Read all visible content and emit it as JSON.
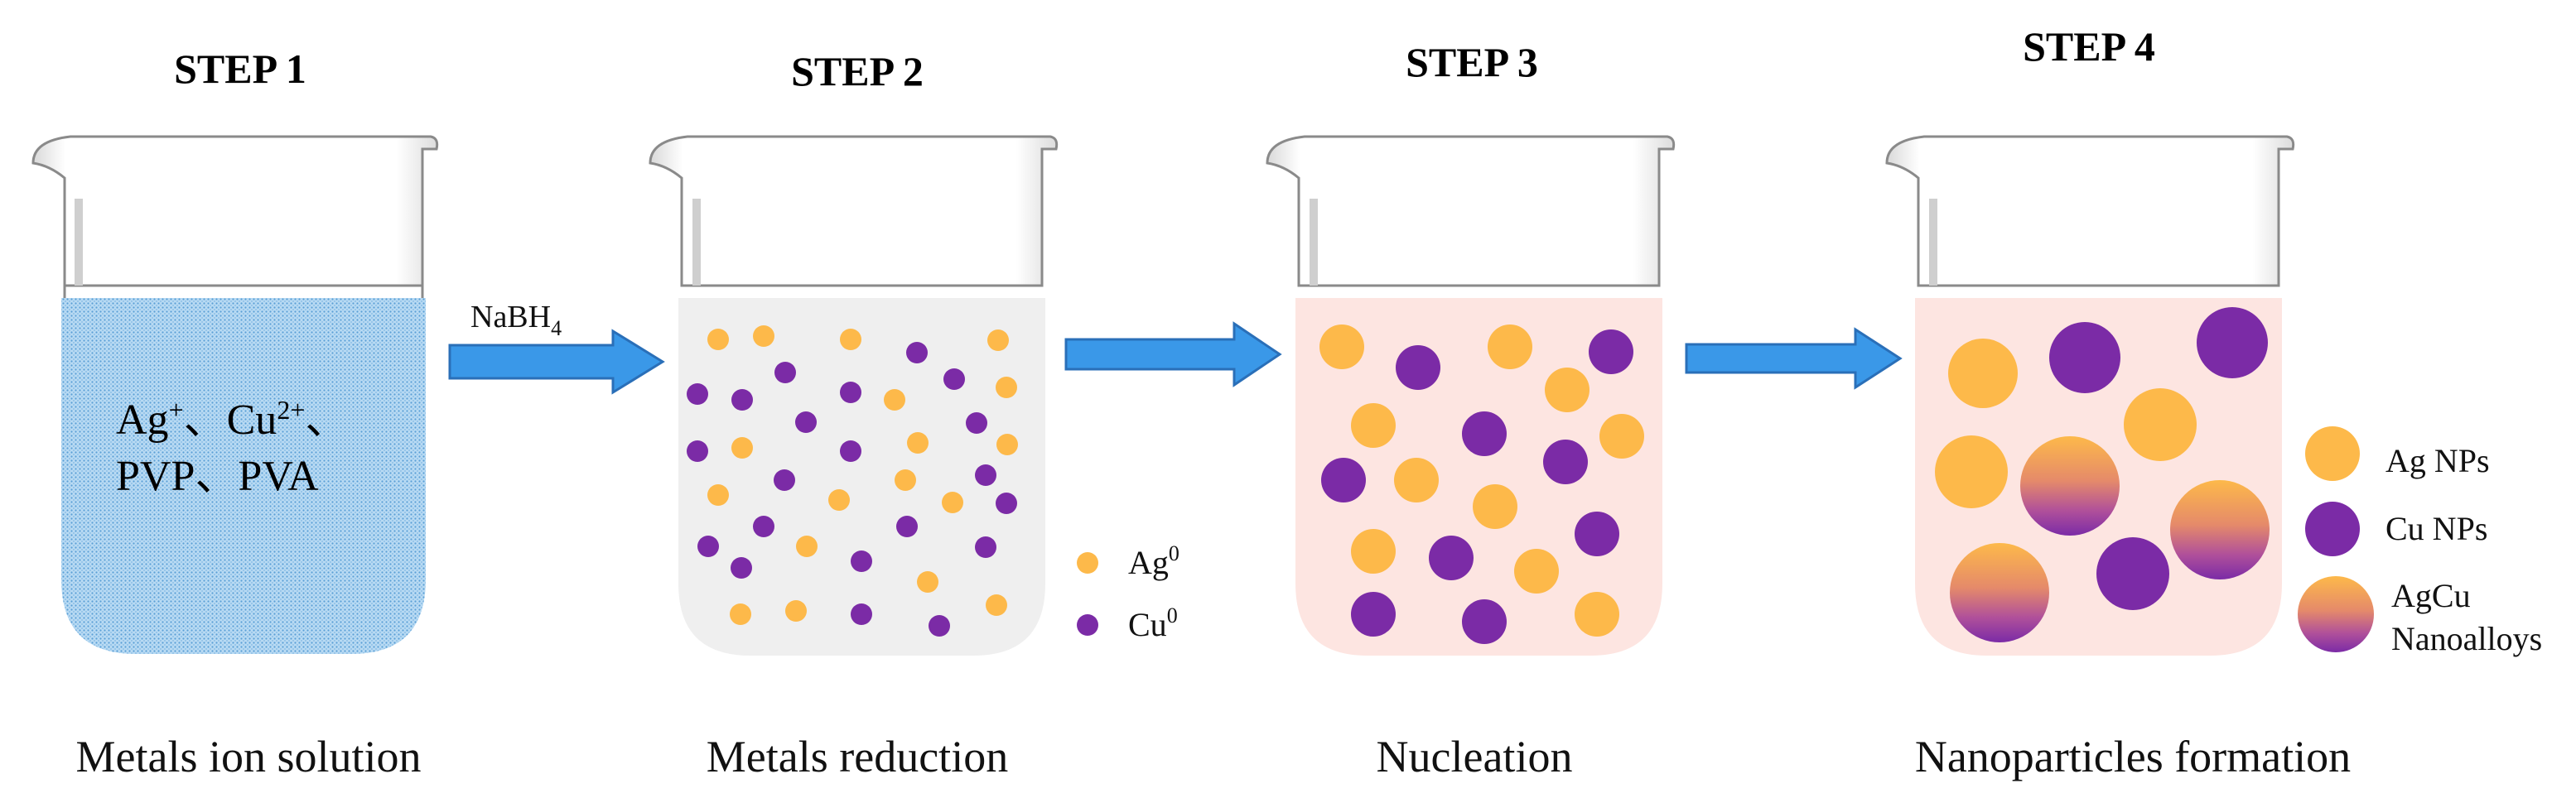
{
  "steps": [
    {
      "title": "STEP 1",
      "caption": "Metals ion solution"
    },
    {
      "title": "STEP 2",
      "caption": "Metals reduction"
    },
    {
      "title": "STEP 3",
      "caption": "Nucleation"
    },
    {
      "title": "STEP 4",
      "caption": "Nanoparticles formation"
    }
  ],
  "step1": {
    "ion_line1": {
      "a": "Ag",
      "a_sup": "+",
      "sep1": "、",
      "b": "Cu",
      "b_sup": "2+",
      "sep2": "、"
    },
    "ion_line2": "PVP、PVA"
  },
  "reagent": {
    "base": "NaBH",
    "sub": "4"
  },
  "legend_step2": [
    {
      "label": "Ag",
      "sup": "0",
      "kind": "ag"
    },
    {
      "label": "Cu",
      "sup": "0",
      "kind": "cu"
    }
  ],
  "legend_step4": [
    {
      "label": "Ag NPs",
      "kind": "ag"
    },
    {
      "label": "Cu NPs",
      "kind": "cu"
    },
    {
      "label": "AgCu",
      "label2": "Nanoalloys",
      "kind": "alloy"
    }
  ],
  "colors": {
    "ag": "#FDB94A",
    "cu": "#7B2BA6",
    "arrow": "#3A98E8",
    "arrow_border": "#2A6FB8",
    "step1_liquid": "#A9D1F0",
    "step2_liquid": "#EFEFEF",
    "step3_liquid": "#FDE5E1",
    "step4_liquid": "#FDE5E1"
  },
  "icons": {
    "beaker": "beaker-icon",
    "arrow": "right-arrow-icon"
  }
}
